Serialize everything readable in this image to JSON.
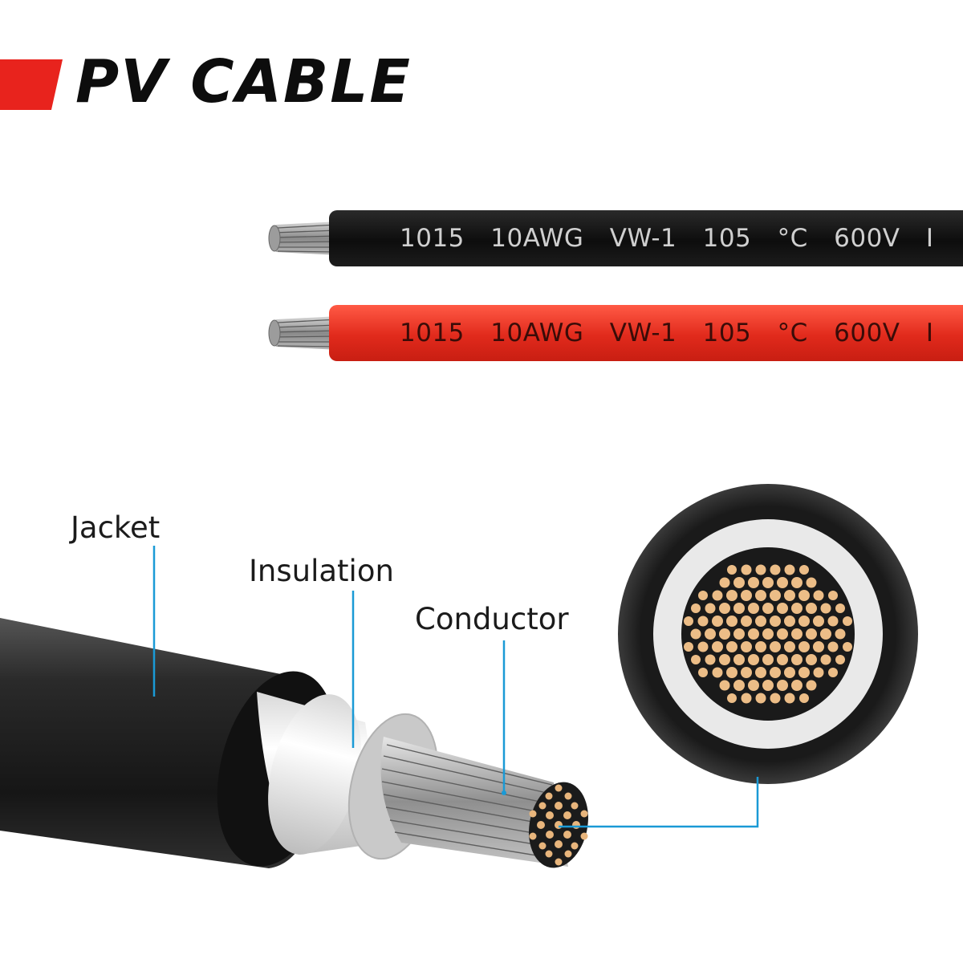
{
  "header": {
    "title": "PV CABLE",
    "accent_color": "#e8231d"
  },
  "cables": [
    {
      "jacket_color": "black",
      "print": "1015 10AWG VW-1 105 °C 600V I"
    },
    {
      "jacket_color": "red",
      "print": "1015 10AWG VW-1 105 °C 600V I"
    }
  ],
  "diagram": {
    "labels": {
      "jacket": "Jacket",
      "insulation": "Insulation",
      "conductor": "Conductor"
    },
    "leader_color": "#1a9ad6",
    "conductor_color": "#e8b57c",
    "insulation_color": "#ececec",
    "jacket_color": "#1e1e1e"
  }
}
